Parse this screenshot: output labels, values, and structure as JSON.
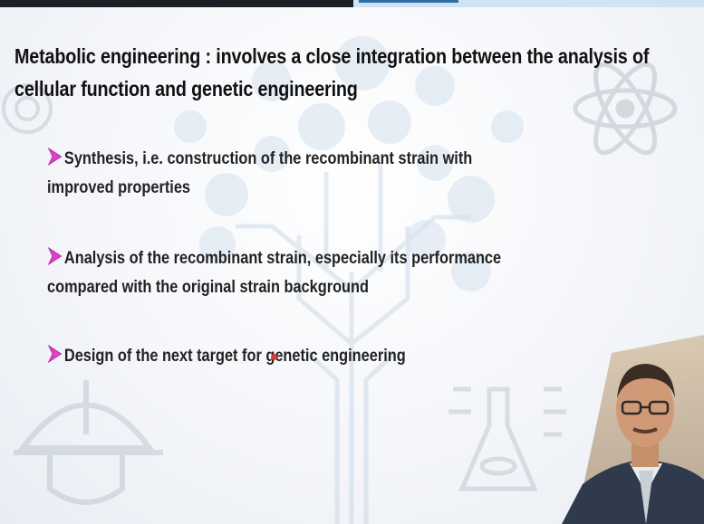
{
  "slide": {
    "title_line1": "Metabolic engineering : involves a close integration between the analysis of",
    "title_line2": "cellular function and genetic engineering",
    "bullets": [
      {
        "line1": "Synthesis, i.e. construction of the recombinant strain with",
        "line2": "improved properties"
      },
      {
        "line1": "Analysis of the recombinant strain, especially its performance",
        "line2": "compared with the original strain background"
      },
      {
        "line1": "Design of the next target for genetic engineering"
      }
    ]
  },
  "colors": {
    "arrow_fill": "#e040c8",
    "title_text": "#111111",
    "bullet_text": "#222222",
    "pointer_dot": "#e23a3a"
  },
  "icons": [
    "bullet-arrow-icon",
    "atom-icon",
    "hard-hat-icon",
    "flask-icon",
    "tree-circuit-icon",
    "gear-icon"
  ]
}
